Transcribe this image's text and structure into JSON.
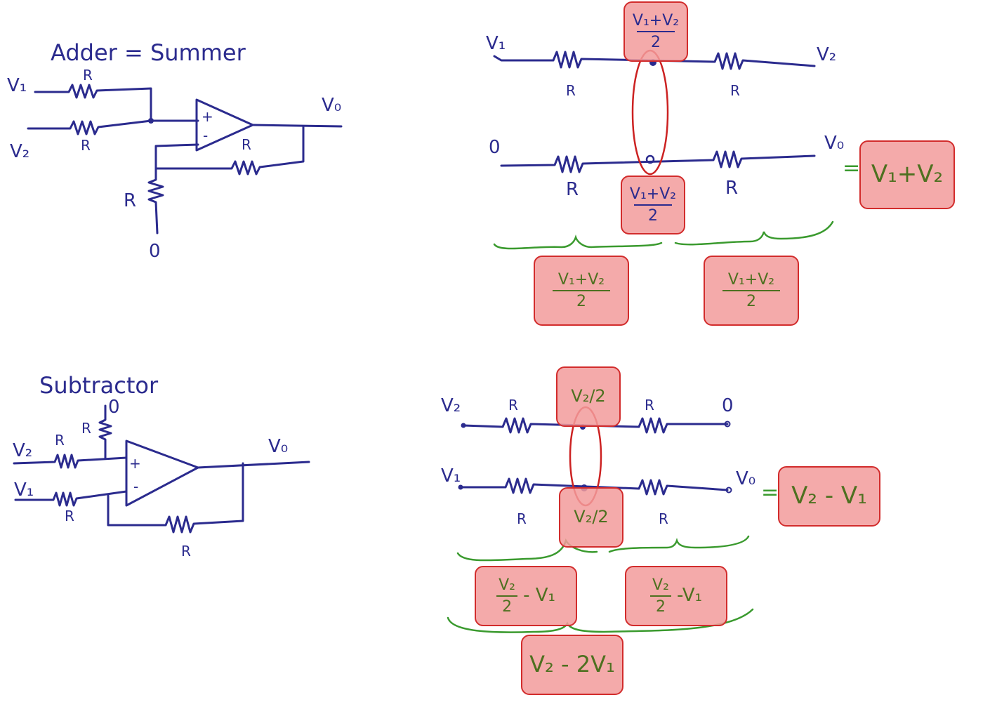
{
  "adder": {
    "title": "Adder  = Summer",
    "v1": "V₁",
    "v2": "V₂",
    "vo": "V₀",
    "r_in1": "R",
    "r_in2": "R",
    "r_fb": "R",
    "r_gnd": "R",
    "zero": "0",
    "plus": "+",
    "minus": "-"
  },
  "adder_network": {
    "v1": "V₁",
    "v2": "V₂",
    "zero": "0",
    "vo": "V₀",
    "r_labels": [
      "R",
      "R",
      "R",
      "R"
    ],
    "top_node": {
      "num": "V₁+V₂",
      "den": "2"
    },
    "bottom_node": {
      "num": "V₁+V₂",
      "den": "2"
    },
    "result": "V₁+V₂",
    "equals": "=",
    "brace_left": {
      "num": "V₁+V₂",
      "den": "2"
    },
    "brace_right": {
      "num": "V₁+V₂",
      "den": "2"
    }
  },
  "subtractor": {
    "title": "Subtractor",
    "v1": "V₁",
    "v2": "V₂",
    "vo": "V₀",
    "zero": "0",
    "r_labels": [
      "R",
      "R",
      "R",
      "R"
    ],
    "plus": "+",
    "minus": "-"
  },
  "subtractor_network": {
    "v1": "V₁",
    "v2": "V₂",
    "zero": "0",
    "vo": "V₀",
    "r_labels": [
      "R",
      "R",
      "R",
      "R"
    ],
    "top_node": "V₂/2",
    "bottom_node": "V₂/2",
    "result": "V₂ - V₁",
    "equals": "=",
    "brace_left": {
      "num": "V₂",
      "den": "2",
      "rest": "- V₁"
    },
    "brace_right": {
      "num": "V₂",
      "den": "2",
      "rest": "-V₁"
    },
    "total": "V₂ - 2V₁"
  },
  "colors": {
    "ink": "#2b2b8e",
    "highlight_fill": "#f29b9b",
    "highlight_border": "#d22c2c",
    "annotation_green": "#3a9a2e",
    "loop_red": "#cc2222"
  }
}
